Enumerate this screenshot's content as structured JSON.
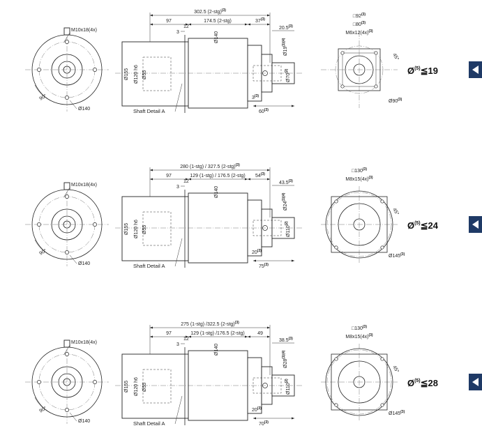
{
  "rows": [
    {
      "id": "row-1",
      "bolt_label": "M10x18(4x)",
      "bolt_circle_label": "Ø140",
      "angle_label": "90°",
      "total_length": "302.5 (2-stg)",
      "total_length_note": "(3)",
      "len_97": "97",
      "len_body": "174.5 (2-stg)",
      "len_37": "37",
      "len_37_note": "(3)",
      "len_12": "12",
      "len_3": "3",
      "dia_140": "Ø140",
      "dia_155": "Ø155",
      "dia_120": "Ø120 h6",
      "dia_55": "Ø55",
      "shaft_len": "20.5",
      "shaft_len_note": "(3)",
      "shaft_dia": "Ø19",
      "shaft_dia_note": "(1)(4)",
      "pilot_dia": "Ø70",
      "pilot_dia_note": "(2)",
      "small_3": "3",
      "small_3_note": "(3)",
      "shaft_total": "60",
      "shaft_total_note": "(3)",
      "shaft_detail": "Shaft Detail  A",
      "square_1": "□92",
      "square_1_note": "(3)",
      "square_2": "□80",
      "square_2_note": "(3)",
      "motor_bolt": "M6x12(4x)",
      "motor_bolt_note": "(3)",
      "motor_angle": "45°",
      "motor_bc": "Ø90",
      "motor_bc_note": "(3)",
      "selector_prefix": "Ø",
      "selector_sup": "(5)",
      "selector_value": "≦19"
    },
    {
      "id": "row-2",
      "bolt_label": "M10x18(4x)",
      "bolt_circle_label": "Ø140",
      "angle_label": "90°",
      "total_length": "280 (1-stg) / 327.5 (2-stg)",
      "total_length_note": "(3)",
      "len_97": "97",
      "len_body": "129 (1-stg) / 176.5 (2-stg)",
      "len_37": "54",
      "len_37_note": "(3)",
      "len_12": "12",
      "len_3": "3",
      "dia_140": "Ø140",
      "dia_155": "Ø155",
      "dia_120": "Ø120 h6",
      "dia_55": "Ø55",
      "shaft_len": "43.5",
      "shaft_len_note": "(3)",
      "shaft_dia": "Ø24",
      "shaft_dia_note": "(1)(4)",
      "pilot_dia": "Ø110",
      "pilot_dia_note": "(2)",
      "small_3": "20",
      "small_3_note": "(3)",
      "shaft_total": "75",
      "shaft_total_note": "(3)",
      "shaft_detail": "Shaft Detail  A",
      "square_1": "□130",
      "square_1_note": "(3)",
      "square_2": "",
      "square_2_note": "",
      "motor_bolt": "M8x15(4x)",
      "motor_bolt_note": "(3)",
      "motor_angle": "45°",
      "motor_bc": "Ø145",
      "motor_bc_note": "(3)",
      "selector_prefix": "Ø",
      "selector_sup": "(5)",
      "selector_value": "≦24"
    },
    {
      "id": "row-3",
      "bolt_label": "M10x18(4x)",
      "bolt_circle_label": "Ø140",
      "angle_label": "90°",
      "total_length": "275 (1-stg) /322.5 (2-stg)",
      "total_length_note": "(3)",
      "len_97": "97",
      "len_body": "129 (1-stg) /176.5 (2-stg)",
      "len_37": "49",
      "len_37_note": "",
      "len_12": "12",
      "len_3": "3",
      "dia_140": "Ø140",
      "dia_155": "Ø155",
      "dia_120": "Ø120 h6",
      "dia_55": "Ø55",
      "shaft_len": "38.5",
      "shaft_len_note": "(3)",
      "shaft_dia": "Ø28",
      "shaft_dia_note": "(1)(4)",
      "pilot_dia": "Ø110",
      "pilot_dia_note": "(2)",
      "small_3": "20",
      "small_3_note": "(3)",
      "shaft_total": "70",
      "shaft_total_note": "(3)",
      "shaft_detail": "Shaft Detail  A",
      "square_1": "□130",
      "square_1_note": "(3)",
      "square_2": "",
      "square_2_note": "",
      "motor_bolt": "M8x15(4x)",
      "motor_bolt_note": "(3)",
      "motor_angle": "45°",
      "motor_bc": "Ø145",
      "motor_bc_note": "(3)",
      "selector_prefix": "Ø",
      "selector_sup": "(5)",
      "selector_value": "≦28"
    }
  ]
}
